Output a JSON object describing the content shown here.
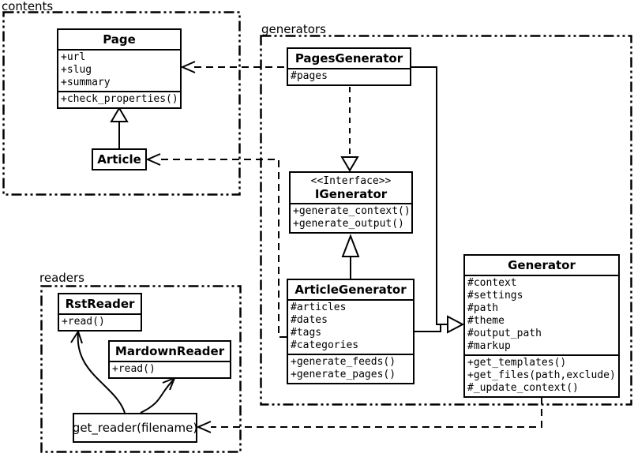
{
  "packages": {
    "contents": {
      "label": "contents"
    },
    "generators": {
      "label": "generators"
    },
    "readers": {
      "label": "readers"
    }
  },
  "classes": {
    "page": {
      "title": "Page",
      "attrs": [
        "+url",
        "+slug",
        "+summary"
      ],
      "methods": [
        "+check_properties()"
      ]
    },
    "article": {
      "title": "Article"
    },
    "pages_generator": {
      "title": "PagesGenerator",
      "attrs": [
        "#pages"
      ]
    },
    "igenerator": {
      "stereotype": "<<Interface>>",
      "title": "IGenerator",
      "methods": [
        "+generate_context()",
        "+generate_output()"
      ]
    },
    "article_generator": {
      "title": "ArticleGenerator",
      "attrs": [
        "#articles",
        "#dates",
        "#tags",
        "#categories"
      ],
      "methods": [
        "+generate_feeds()",
        "+generate_pages()"
      ]
    },
    "generator": {
      "title": "Generator",
      "attrs": [
        "#context",
        "#settings",
        "#path",
        "#theme",
        "#output_path",
        "#markup"
      ],
      "methods": [
        "+get_templates()",
        "+get_files(path,exclude)",
        "#_update_context()"
      ]
    },
    "rst_reader": {
      "title": "RstReader",
      "methods": [
        "+read()"
      ]
    },
    "mardown_reader": {
      "title": "MardownReader",
      "methods": [
        "+read()"
      ]
    },
    "get_reader": {
      "label": "get_reader(filename)"
    }
  },
  "relationships": [
    {
      "from": "Article",
      "to": "Page",
      "type": "inheritance"
    },
    {
      "from": "PagesGenerator",
      "to": "IGenerator",
      "type": "realization"
    },
    {
      "from": "ArticleGenerator",
      "to": "IGenerator",
      "type": "realization"
    },
    {
      "from": "PagesGenerator",
      "to": "Generator",
      "type": "inheritance"
    },
    {
      "from": "ArticleGenerator",
      "to": "Generator",
      "type": "inheritance"
    },
    {
      "from": "PagesGenerator",
      "to": "Page",
      "type": "dependency"
    },
    {
      "from": "ArticleGenerator",
      "to": "Article",
      "type": "dependency"
    },
    {
      "from": "Generator",
      "to": "get_reader(filename)",
      "type": "dependency"
    },
    {
      "from": "get_reader(filename)",
      "to": "RstReader",
      "type": "arrow"
    },
    {
      "from": "get_reader(filename)",
      "to": "MardownReader",
      "type": "arrow"
    }
  ],
  "colors": {
    "line": "#000000",
    "background": "#ffffff"
  }
}
